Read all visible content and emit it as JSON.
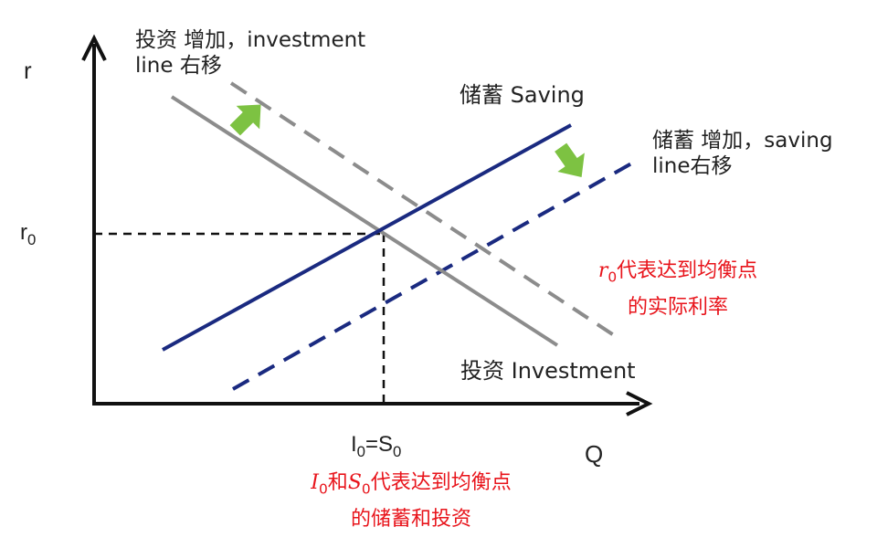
{
  "diagram": {
    "axes": {
      "y_label": "r",
      "x_label": "Q"
    },
    "ticks": {
      "r0": "r0",
      "eq": "I0=S0"
    },
    "curves": {
      "saving": "储蓄 Saving",
      "investment": "投资 Investment"
    },
    "notes": {
      "invest_shift_1": "投资 增加，investment",
      "invest_shift_2": "line 右移",
      "saving_shift_1": "储蓄 增加，saving",
      "saving_shift_2": "line右移"
    },
    "annotations": {
      "r0_var": "r",
      "r0_sub": "0",
      "r0_line1": "代表达到均衡点",
      "r0_line2": "的实际利率",
      "eq_i": "I",
      "eq_i_sub": "0",
      "eq_and": "和",
      "eq_s": "S",
      "eq_s_sub": "0",
      "eq_line1_rest": "代表达到均衡点",
      "eq_line2": "的储蓄和投资"
    },
    "colors": {
      "saving": "#1a2a80",
      "investment": "#8c8c8c",
      "arrow": "#7dc242",
      "annotation": "#e8141b"
    }
  }
}
